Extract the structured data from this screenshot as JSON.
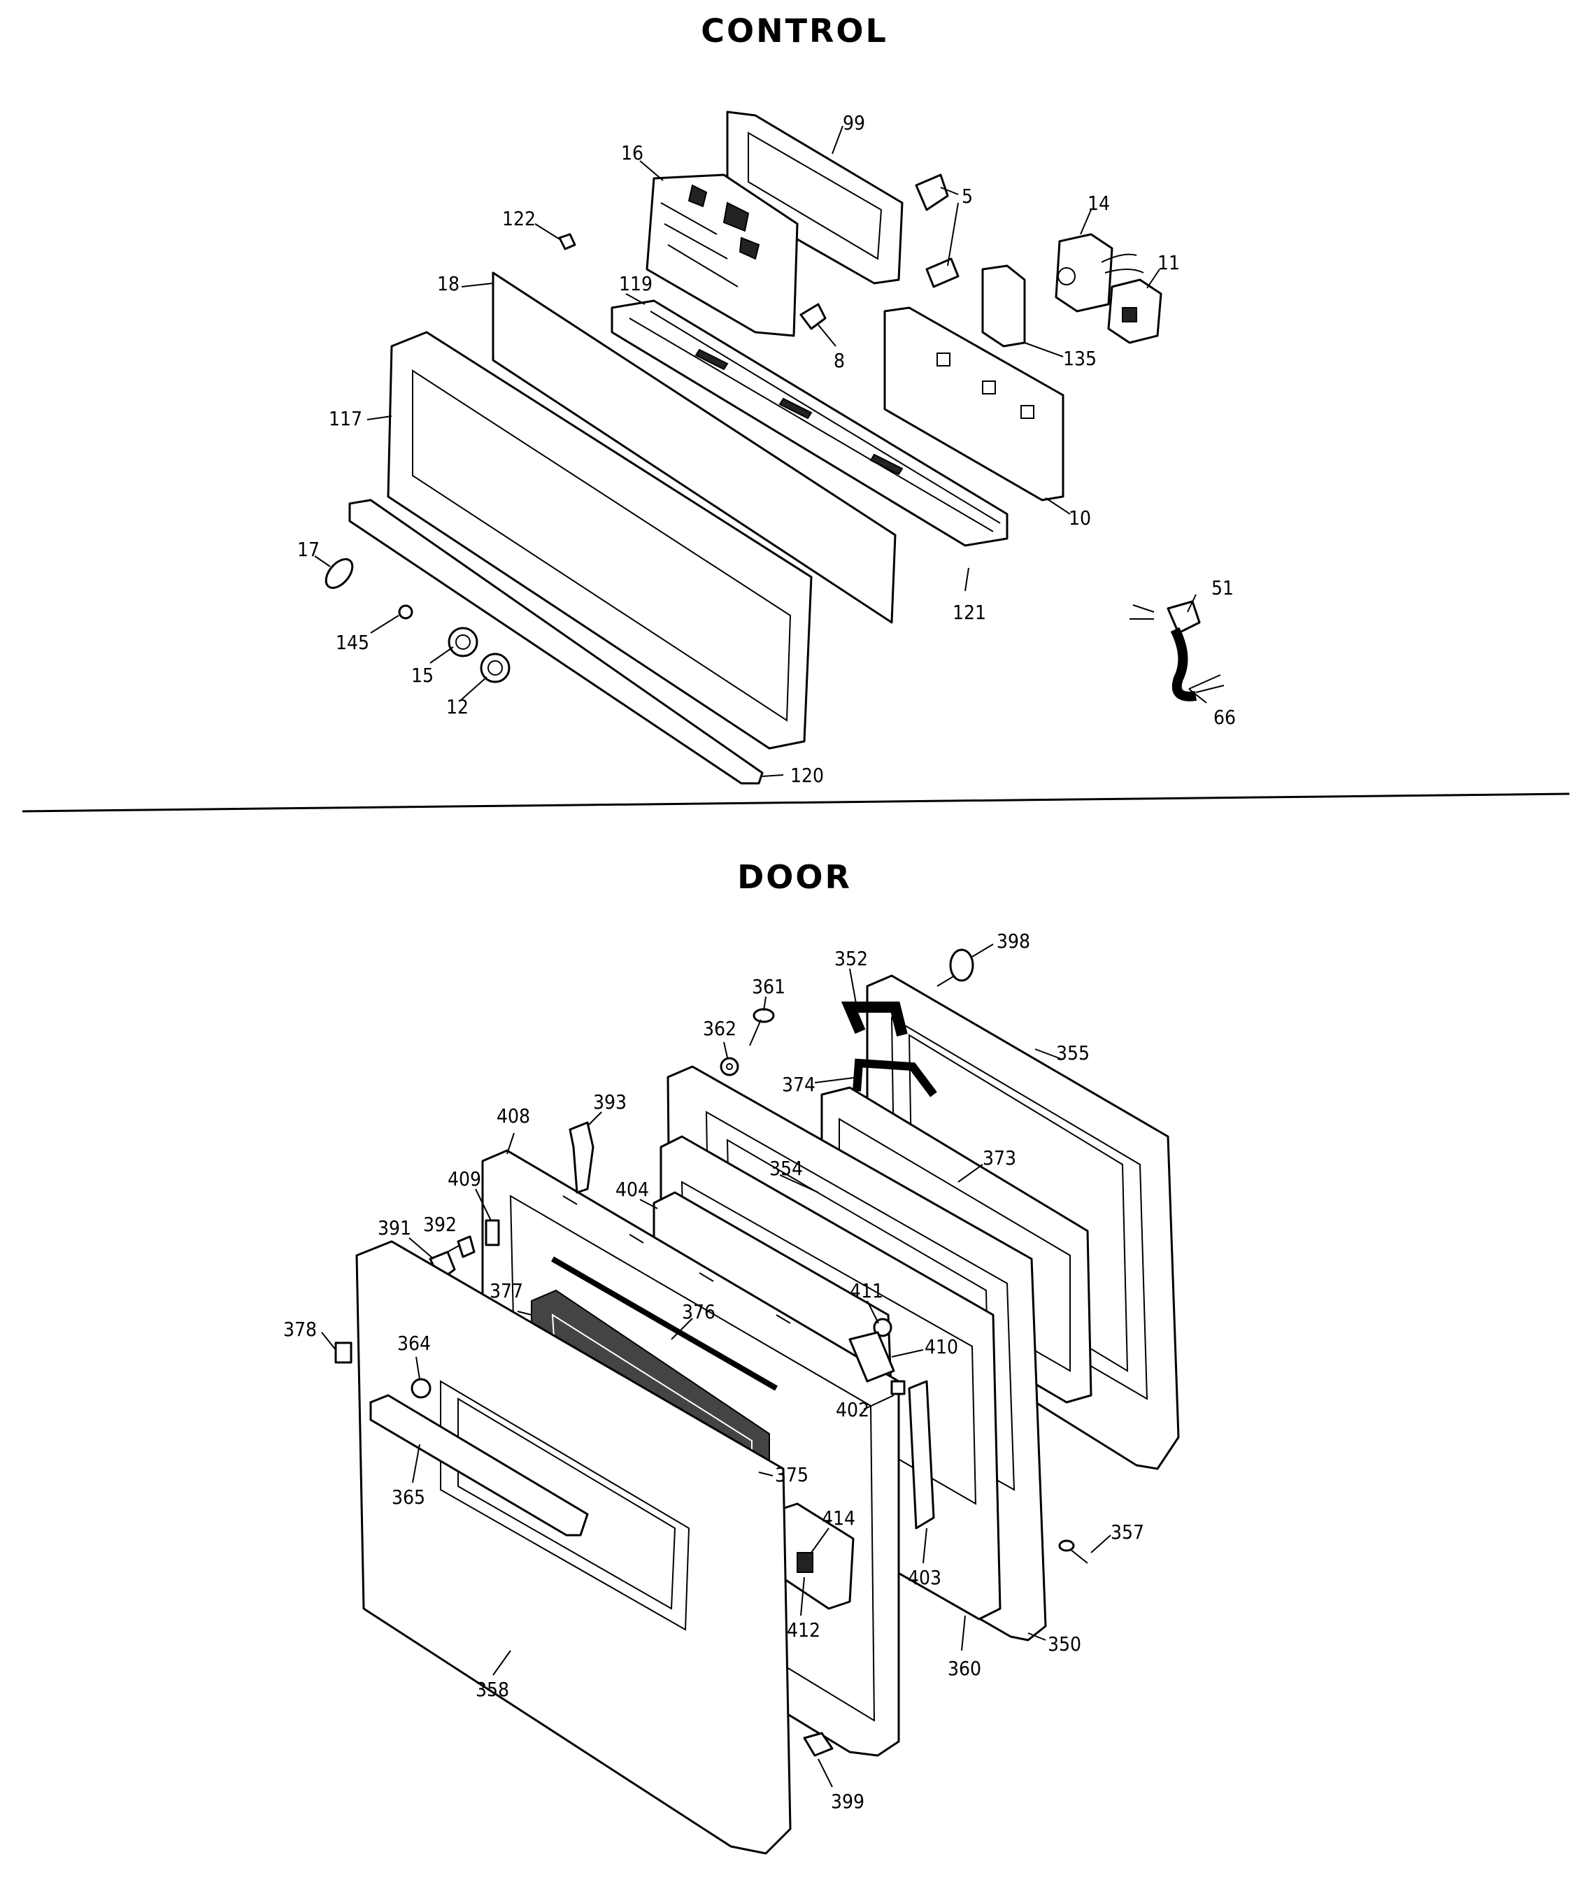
{
  "sections": {
    "control": {
      "title": "CONTROL"
    },
    "door": {
      "title": "DOOR"
    }
  },
  "callouts": {
    "c99": "99",
    "c16": "16",
    "c5": "5",
    "c14": "14",
    "c11": "11",
    "c122": "122",
    "c18": "18",
    "c119": "119",
    "c8": "8",
    "c135": "135",
    "c117": "117",
    "c10": "10",
    "c17": "17",
    "c121": "121",
    "c145": "145",
    "c15": "15",
    "c12": "12",
    "c51": "51",
    "c66": "66",
    "c120": "120",
    "c398": "398",
    "c352": "352",
    "c361": "361",
    "c362": "362",
    "c355": "355",
    "c374": "374",
    "c408": "408",
    "c393": "393",
    "c373": "373",
    "c409": "409",
    "c354": "354",
    "c404": "404",
    "c391": "391",
    "c392": "392",
    "c377": "377",
    "c411": "411",
    "c376": "376",
    "c378": "378",
    "c364": "364",
    "c410": "410",
    "c402": "402",
    "c375": "375",
    "c365": "365",
    "c414": "414",
    "c357": "357",
    "c403": "403",
    "c412": "412",
    "c350": "350",
    "c360": "360",
    "c358": "358",
    "c399": "399"
  }
}
